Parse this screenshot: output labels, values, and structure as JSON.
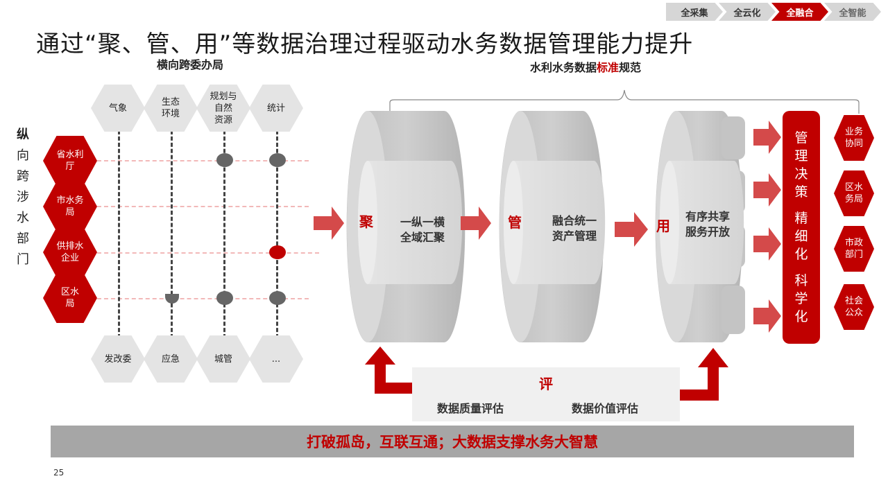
{
  "nav": [
    {
      "label": "全采集",
      "state": "normal"
    },
    {
      "label": "全云化",
      "state": "normal"
    },
    {
      "label": "全融合",
      "state": "active"
    },
    {
      "label": "全智能",
      "state": "dim"
    }
  ],
  "title": "通过“聚、管、用”等数据治理过程驱动水务数据管理能力提升",
  "horizontal_label": "横向跨委办局",
  "standard_label": {
    "pre": "水利水务数据",
    "highlight": "标准",
    "post": "规范"
  },
  "vertical_label": [
    "纵",
    "向",
    "跨",
    "涉",
    "水",
    "部",
    "门"
  ],
  "top_hexes": [
    "气象",
    "生态\n环境",
    "规划与\n自然\n资源",
    "统计"
  ],
  "bottom_hexes": [
    "发改委",
    "应急",
    "城管",
    "..."
  ],
  "left_hexes": [
    "省水利\n厅",
    "市水务\n局",
    "供排水\n企业",
    "区水\n局"
  ],
  "cylinders": [
    {
      "key": "聚",
      "label": "一纵一横\n全域汇聚"
    },
    {
      "key": "管",
      "label": "融合统一\n资产管理"
    },
    {
      "key": "用",
      "label": "有序共享\n服务开放"
    }
  ],
  "management": [
    [
      "管",
      "理",
      "决",
      "策"
    ],
    [
      "精",
      "细",
      "化"
    ],
    [
      "科",
      "学",
      "化"
    ]
  ],
  "right_hexes": [
    "业务\n协同",
    "区水\n务局",
    "市政\n部门",
    "社会\n公众"
  ],
  "evaluation": {
    "title": "评",
    "left": "数据质量评估",
    "right": "数据价值评估"
  },
  "banner": "打破孤岛，互联互通；大数据支撑水务大智慧",
  "page_number": "25",
  "colors": {
    "accent": "#c00000",
    "hex_gray": "#e4e4e4",
    "cylinder_gray": "#c8c8c8",
    "banner_gray": "#a6a6a6"
  }
}
